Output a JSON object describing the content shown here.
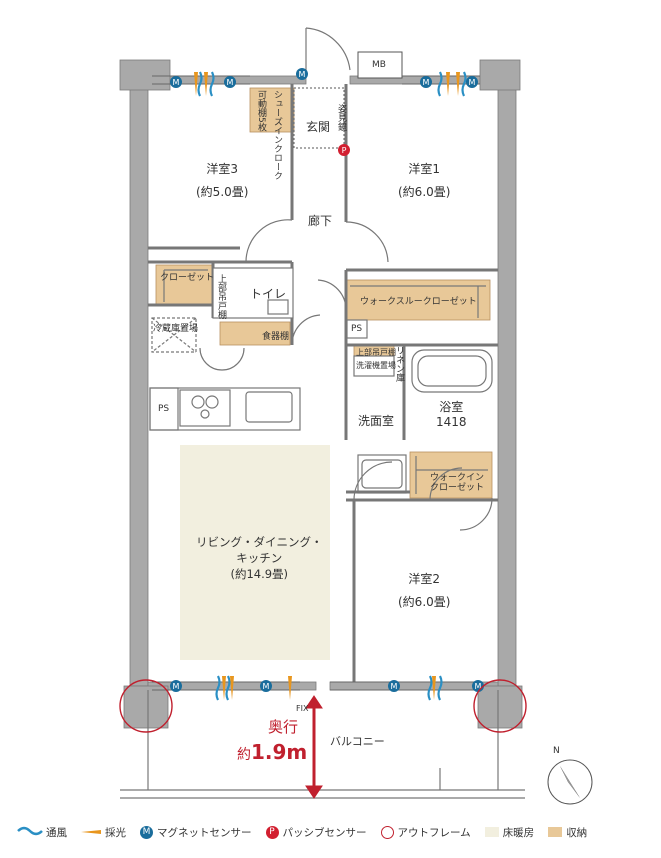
{
  "rooms": {
    "western3_name": "洋室3",
    "western3_size": "(約5.0畳)",
    "western1_name": "洋室1",
    "western1_size": "(約6.0畳)",
    "western2_name": "洋室2",
    "western2_size": "(約6.0畳)",
    "ldk_line1": "リビング・ダイニング・",
    "ldk_line2": "キッチン",
    "ldk_size": "(約14.9畳)",
    "entrance": "玄関",
    "hallway": "廊下",
    "toilet": "トイレ",
    "washroom": "洗面室",
    "bathroom": "浴室",
    "bath_size": "1418",
    "balcony": "バルコニー"
  },
  "storage": {
    "closet": "クローゼット",
    "walk_through_closet": "ウォークスルークローゼット",
    "walk_in_closet_1": "ウォークイン",
    "walk_in_closet_2": "クローゼット",
    "shoe_closet": "シューズインクローク",
    "movable_shelf": "可動棚5枚",
    "cupboard": "食器棚",
    "fridge": "冷蔵庫置場",
    "hanging_storage": "上部吊戸棚",
    "upper_cabinet_wash": "上部吊戸棚",
    "washer_space": "洗濯機置場",
    "linen": "リネン庫",
    "ps": "PS",
    "mb": "MB",
    "peephole": "姿見鏡",
    "fix": "FIX"
  },
  "depth": {
    "label": "奥行",
    "prefix": "約",
    "value": "1.9m"
  },
  "compass": {
    "north": "N"
  },
  "legend": {
    "ventilation": "通風",
    "daylight": "採光",
    "magnet_sensor": "マグネットセンサー",
    "magnet_icon": "M",
    "passive_sensor": "パッシブセンサー",
    "passive_icon": "P",
    "outframe": "アウトフレーム",
    "floor_heating": "床暖房",
    "storage": "収納"
  },
  "colors": {
    "wall": "#a9a9a9",
    "wall_dark": "#7a7a7a",
    "floor_heating": "#f2efdf",
    "storage": "#e8c898",
    "storage_dark": "#d9b07a",
    "sensor_blue": "#1a6d9c",
    "passive_red": "#d21f30",
    "outframe_red": "#c0202e",
    "daylight_orange": "#e8961e",
    "depth_red": "#c0202e"
  }
}
